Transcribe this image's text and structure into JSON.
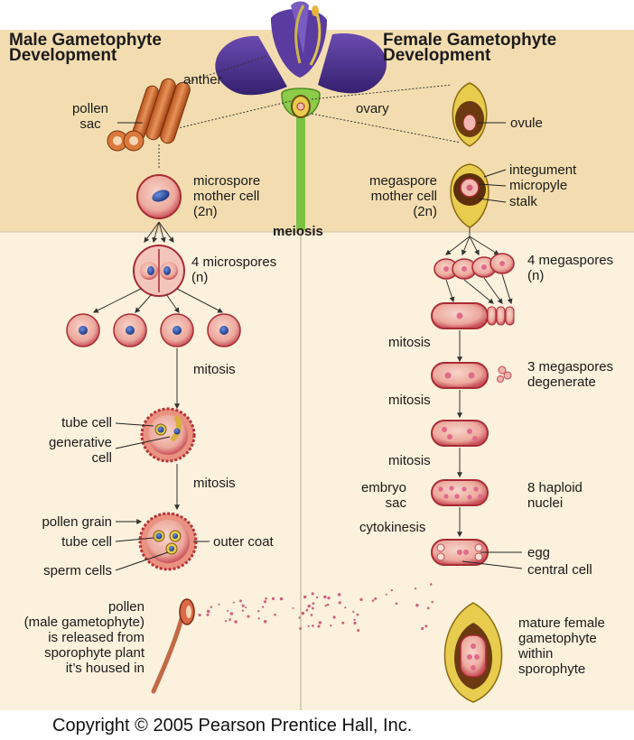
{
  "headings": {
    "male": [
      "Male Gametophyte",
      "Development"
    ],
    "female": [
      "Female Gametophyte",
      "Development"
    ]
  },
  "labels": {
    "anther": "anther",
    "pollen_sac": [
      "pollen",
      "sac"
    ],
    "ovary": "ovary",
    "ovule": "ovule",
    "integument": "integument",
    "micropyle": "micropyle",
    "stalk": "stalk",
    "microspore_mother_cell": [
      "microspore",
      "mother cell",
      "(2n)"
    ],
    "megaspore_mother_cell": [
      "megaspore",
      "mother cell",
      "(2n)"
    ],
    "meiosis": "meiosis",
    "microspores_4": [
      "4 microspores",
      "(n)"
    ],
    "megaspores_4": [
      "4 megaspores",
      "(n)"
    ],
    "mitosis": "mitosis",
    "megaspores_degenerate": [
      "3 megaspores",
      "degenerate"
    ],
    "tube_cell": "tube cell",
    "generative_cell": [
      "generative",
      "cell"
    ],
    "pollen_grain": "pollen grain",
    "outer_coat": "outer coat",
    "sperm_cells": "sperm cells",
    "embryo_sac": [
      "embryo",
      "sac"
    ],
    "haploid_nuclei": [
      "8 haploid",
      "nuclei"
    ],
    "cytokinesis": "cytokinesis",
    "egg": "egg",
    "central_cell": "central cell",
    "pollen_release": [
      "pollen",
      "(male gametophyte)",
      "is released from",
      "sporophyte plant",
      "it’s housed in"
    ],
    "mature_female": [
      "mature female",
      "gametophyte",
      "within",
      "sporophyte"
    ]
  },
  "copyright": "Copyright © 2005 Pearson Prentice Hall, Inc.",
  "colors": {
    "top_band": "#f3ddb0",
    "lower_panel": "#fbf1dc",
    "petal": "#4a2c8f",
    "stem": "#7cc242",
    "cell_fill": "#f1b9b0",
    "cell_rim": "#a82b35",
    "nucleus": "#2e4ea3",
    "ovule_fill": "#e7cc4d"
  }
}
